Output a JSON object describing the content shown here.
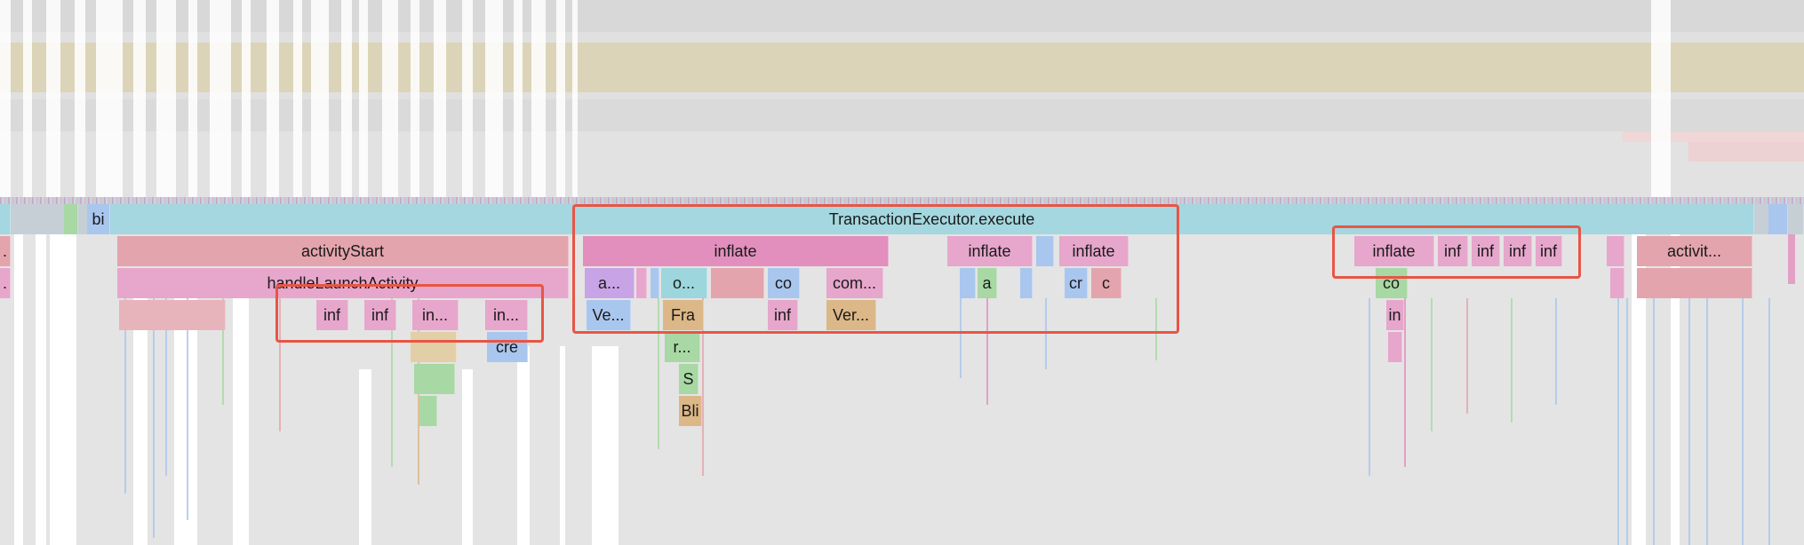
{
  "frames": {
    "left_edge": ".",
    "bi": "bi",
    "transaction_executor": "TransactionExecutor.execute",
    "activity_start": "activityStart",
    "handle_launch_activity": "handleLaunchActivity",
    "inflate_1": "inflate",
    "inflate_2": "inflate",
    "inflate_3": "inflate",
    "inflate_4": "inflate",
    "inf_a": "inf",
    "inf_b": "inf",
    "inf_c": "inf",
    "activit": "activit...",
    "d2_a": "a...",
    "d2_o": "o...",
    "d2_co": "co",
    "d2_com": "com...",
    "d2_a2": "a",
    "d2_cr": "cr",
    "d2_c": "c",
    "d2_co2": "co",
    "d3_inf1": "inf",
    "d3_inf2": "inf",
    "d3_in1": "in...",
    "d3_in2": "in...",
    "d3_ve": "Ve...",
    "d3_fra": "Fra",
    "d3_inf3": "inf",
    "d3_ver": "Ver...",
    "d3_in3": "in",
    "d4_cre": "cre",
    "d4_r": "r...",
    "d5_s": "S",
    "d6_bli": "Bli"
  },
  "colors": {
    "teal": "#a4d7df",
    "rose": "#e4a4ad",
    "pink": "#e28fbd",
    "blue": "#a9c6ee",
    "green": "#a8d8a3",
    "tan": "#dcb787",
    "highlight": "#e85545"
  }
}
